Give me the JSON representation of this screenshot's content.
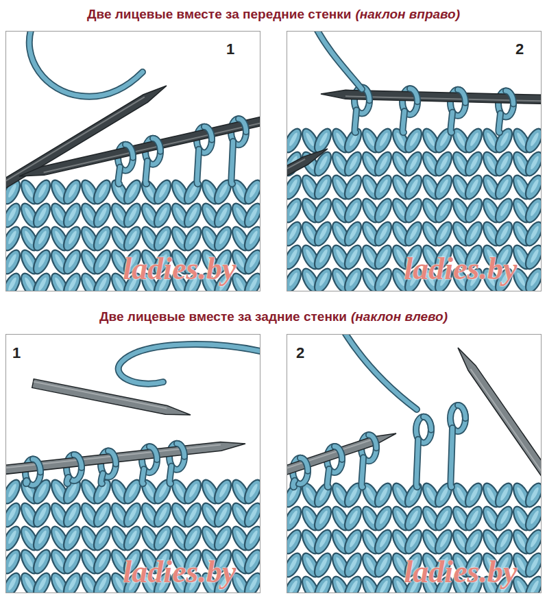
{
  "diagram": {
    "labels": [
      "Две лицевые вместе за передние стенки",
      "(наклон вправо)",
      "1",
      "2",
      "ladies.by",
      "ladies.by",
      "Две лицевые вместе за задние стенки",
      "(наклон влево)",
      "1",
      "2",
      "ladies.by",
      "ladies.by"
    ]
  }
}
